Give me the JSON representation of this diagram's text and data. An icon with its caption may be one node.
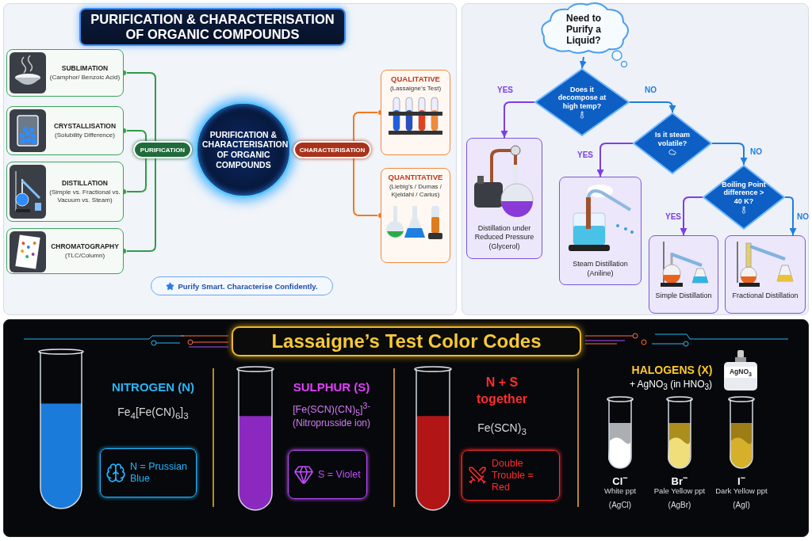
{
  "diagram": {
    "title": "PURIFICATION & CHARACTERISATION OF ORGANIC COMPOUNDS",
    "nodes": [
      {
        "text": [
          "PURIFICATION & CHARACTERISATION OF ORGANIC COMPOUNDS"
        ]
      },
      {
        "text": [
          "PURIFICATION"
        ]
      },
      {
        "text": [
          "CHARACTERISATION"
        ]
      },
      {
        "text": [
          "SUBLIMATION",
          "(Camphor/ Benzoic Acid)"
        ]
      },
      {
        "text": [
          "CRYSTALLISATION",
          "(Solubility Difference)"
        ]
      },
      {
        "text": [
          "DISTILLATION",
          "(Simple vs. Fractional vs. Vacuum vs. Steam)"
        ]
      },
      {
        "text": [
          "CHROMATOGRAPHY",
          "(TLC/Column)"
        ]
      },
      {
        "text": [
          "QUALITATIVE",
          "(Lassaigne’s Test)"
        ]
      },
      {
        "text": [
          "QUANTITATIVE",
          "(Liebig’s / Dumas / Kjeldahl / Carius)"
        ]
      },
      {
        "text": [
          "Need to Purify a Liquid?"
        ]
      },
      {
        "text": [
          "Does it decompose at high temp?"
        ]
      },
      {
        "text": [
          "Is it steam volatile?"
        ]
      },
      {
        "text": [
          "Boiling Point difference > 40 K?"
        ]
      },
      {
        "text": [
          "Distillation under Reduced Pressure",
          "(Glycerol)"
        ]
      },
      {
        "text": [
          "Steam Distillation",
          "(Aniline)"
        ]
      },
      {
        "text": [
          "Simple Distillation"
        ]
      },
      {
        "text": [
          "Fractional Distillation"
        ]
      },
      {
        "text": [
          "Purify Smart. Characterise Confidently."
        ]
      },
      {
        "text": [
          "Lassaigne’s Test Color Codes"
        ]
      },
      {
        "text": [
          "N = Prussian Blue"
        ]
      },
      {
        "text": [
          "S = Violet"
        ]
      },
      {
        "text": [
          "Double Trouble = Red"
        ]
      }
    ],
    "edges": [
      {
        "from": 1,
        "to": 3,
        "arrow": "other",
        "color": "#2e9d4a"
      },
      {
        "from": 1,
        "to": 4,
        "arrow": "other",
        "color": "#2e9d4a"
      },
      {
        "from": 1,
        "to": 5,
        "arrow": "other",
        "color": "#2e9d4a"
      },
      {
        "from": 1,
        "to": 6,
        "arrow": "other",
        "color": "#2e9d4a"
      },
      {
        "from": 2,
        "to": 7,
        "arrow": "other",
        "color": "#f07a22"
      },
      {
        "from": 2,
        "to": 8,
        "arrow": "other",
        "color": "#f07a22"
      },
      {
        "from": 9,
        "to": 10,
        "arrow": "to",
        "color": "#1e7fe0"
      },
      {
        "from": 10,
        "to": 13,
        "arrow": "to",
        "label": "YES",
        "color": "#7b3fe4"
      },
      {
        "from": 10,
        "to": 11,
        "arrow": "to",
        "label": "NO",
        "color": "#1e7fe0"
      },
      {
        "from": 11,
        "to": 14,
        "arrow": "to",
        "label": "YES",
        "color": "#7b3fe4"
      },
      {
        "from": 11,
        "to": 12,
        "arrow": "to",
        "label": "NO",
        "color": "#1e7fe0"
      },
      {
        "from": 12,
        "to": 15,
        "arrow": "to",
        "label": "YES",
        "color": "#7b3fe4"
      },
      {
        "from": 12,
        "to": 16,
        "arrow": "to",
        "label": "NO",
        "color": "#1e7fe0"
      }
    ],
    "labels": [
      "NITROGEN (N)",
      "Fe$_{4}$[Fe(CN)$_{6}$]$_{3}$",
      "SULPHUR (S)",
      "[Fe(SCN)(CN)$_{5}$]$^{3-}$",
      "(Nitroprusside ion)",
      "N + S",
      "together",
      "Fe(SCN)$_{3}$",
      "HALOGENS (X)",
      "+ AgNO$_{3}$ (in HNO$_{3}$)",
      "AgNO$_{3}$",
      "Cl$^{−}$",
      "White ppt",
      "(AgCl)",
      "Br$^{−}$",
      "Pale Yellow ppt",
      "(AgBr)",
      "I$^{−}$",
      "Dark Yellow ppt",
      "(AgI)"
    ]
  }
}
